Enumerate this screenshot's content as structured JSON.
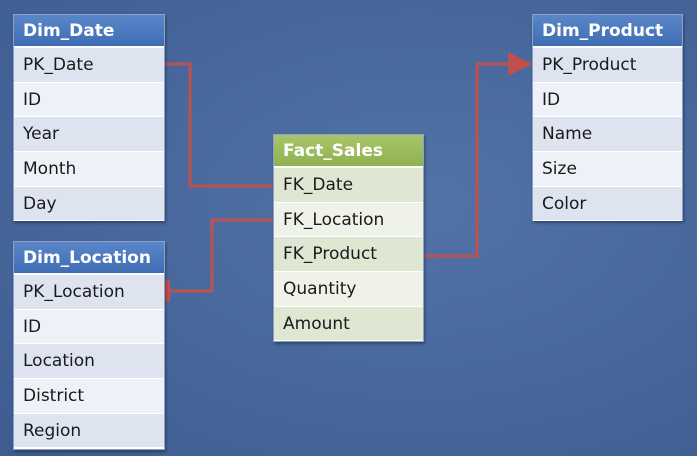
{
  "tables": {
    "dim_date": {
      "title": "Dim_Date",
      "fields": [
        "PK_Date",
        "ID",
        "Year",
        "Month",
        "Day"
      ]
    },
    "dim_location": {
      "title": "Dim_Location",
      "fields": [
        "PK_Location",
        "ID",
        "Location",
        "District",
        "Region"
      ]
    },
    "dim_product": {
      "title": "Dim_Product",
      "fields": [
        "PK_Product",
        "ID",
        "Name",
        "Size",
        "Color"
      ]
    },
    "fact_sales": {
      "title": "Fact_Sales",
      "fields": [
        "FK_Date",
        "FK_Location",
        "FK_Product",
        "Quantity",
        "Amount"
      ]
    }
  },
  "relationships": [
    {
      "from": "Fact_Sales.FK_Date",
      "to": "Dim_Date.PK_Date"
    },
    {
      "from": "Fact_Sales.FK_Location",
      "to": "Dim_Location.PK_Location"
    },
    {
      "from": "Fact_Sales.FK_Product",
      "to": "Dim_Product.PK_Product"
    }
  ],
  "colors": {
    "background": "#47679c",
    "dim_header": "#4a77bd",
    "fact_header": "#9bbb59",
    "connector": "#c0504d"
  }
}
